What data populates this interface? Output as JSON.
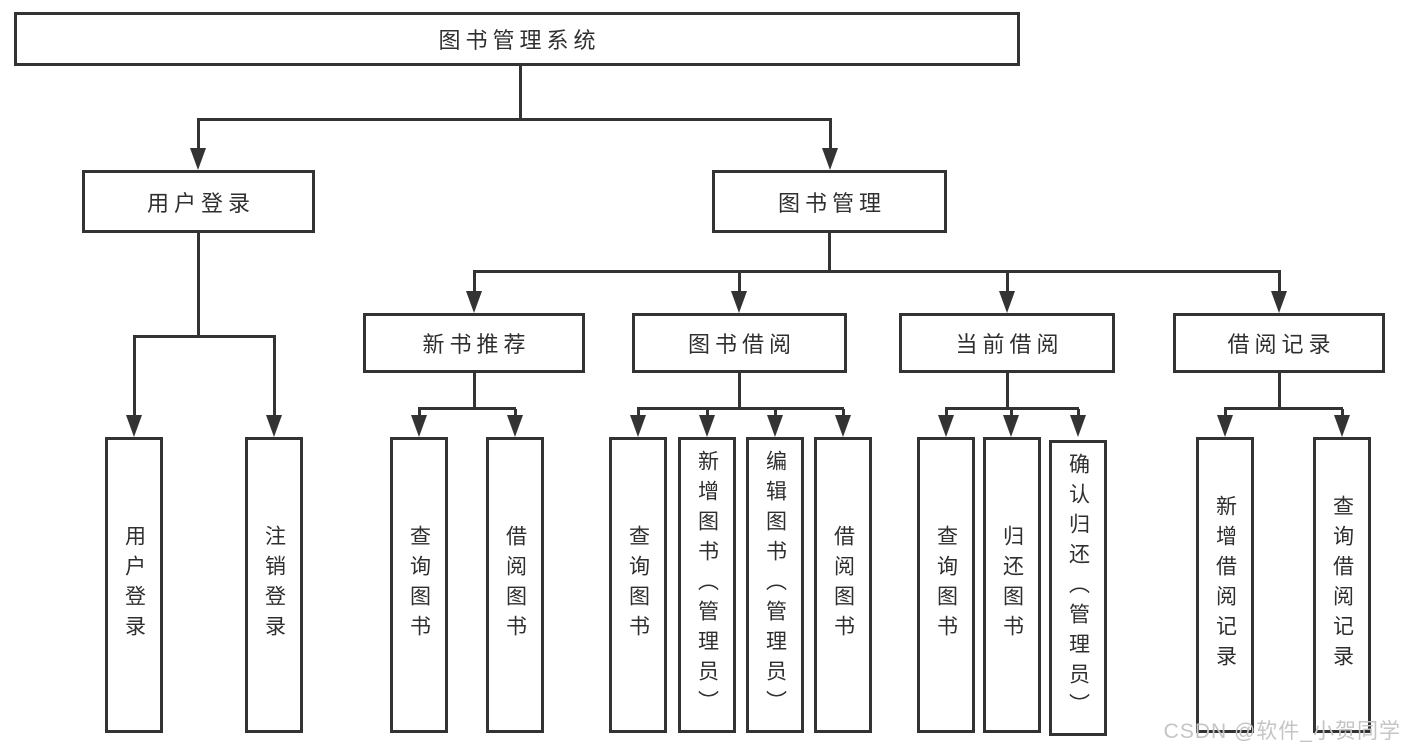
{
  "tree": {
    "root": {
      "label": "图书管理系统",
      "children": [
        {
          "label": "用户登录",
          "children": [
            {
              "label": "用户登录"
            },
            {
              "label": "注销登录"
            }
          ]
        },
        {
          "label": "图书管理",
          "children": [
            {
              "label": "新书推荐",
              "children": [
                {
                  "label": "查询图书"
                },
                {
                  "label": "借阅图书"
                }
              ]
            },
            {
              "label": "图书借阅",
              "children": [
                {
                  "label": "查询图书"
                },
                {
                  "label": "新增图书（管理员）"
                },
                {
                  "label": "编辑图书（管理员）"
                },
                {
                  "label": "借阅图书"
                }
              ]
            },
            {
              "label": "当前借阅",
              "children": [
                {
                  "label": "查询图书"
                },
                {
                  "label": "归还图书"
                },
                {
                  "label": "确认归还（管理员）"
                }
              ]
            },
            {
              "label": "借阅记录",
              "children": [
                {
                  "label": "新增借阅记录"
                },
                {
                  "label": "查询借阅记录"
                }
              ]
            }
          ]
        }
      ]
    }
  },
  "watermark": {
    "text": "CSDN @软件_小贺同学"
  },
  "colors": {
    "line": "#333333",
    "text": "#2f2f2f",
    "watermark": "#c6c4c5",
    "box_background": "#ffffff",
    "page_background": "#ffffff"
  }
}
